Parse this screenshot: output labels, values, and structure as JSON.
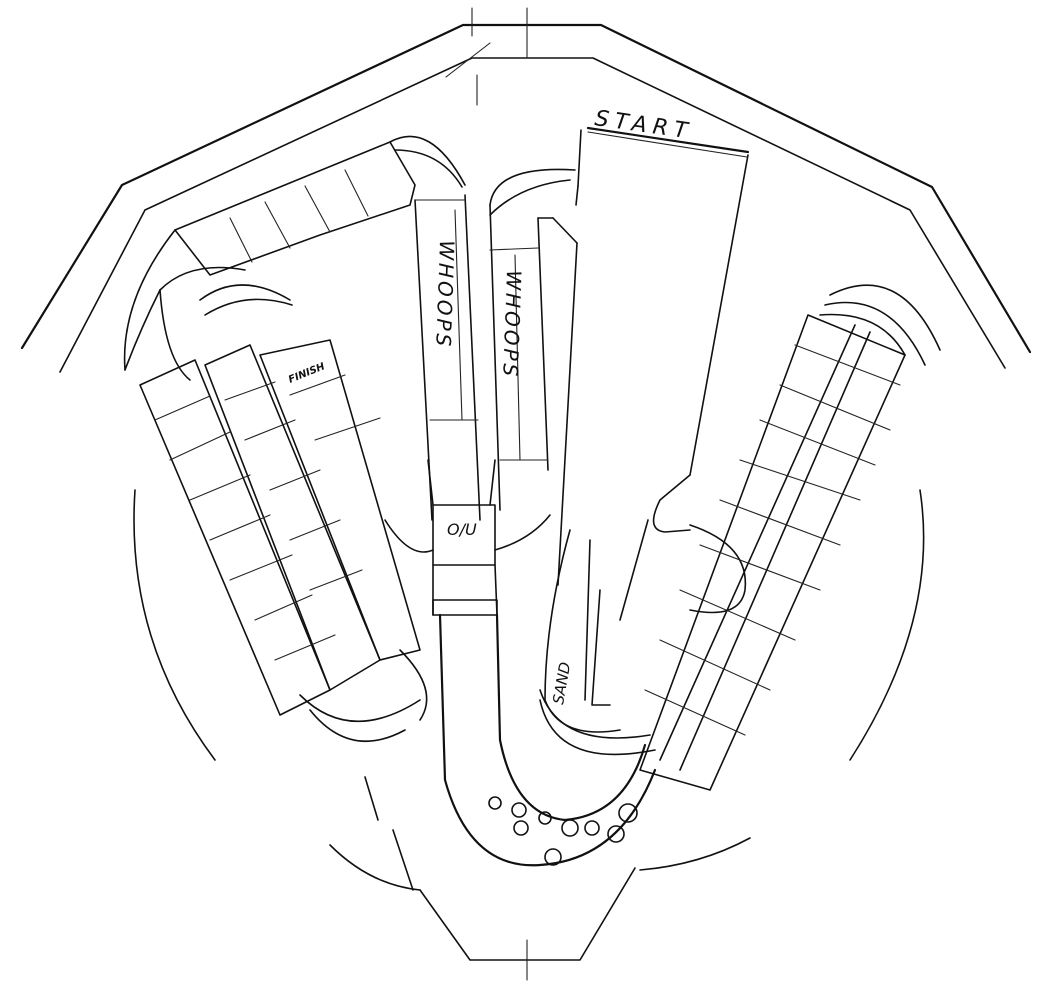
{
  "diagram": {
    "type": "motocross track layout sketch",
    "labels": {
      "start": "START",
      "finish": "FINISH",
      "whoops_left": "WHOOPS",
      "whoops_right": "WHOOPS",
      "over_under": "O/U",
      "sand": "SAND"
    },
    "features": [
      {
        "id": "start-gate",
        "label": "START"
      },
      {
        "id": "finish-line",
        "label": "FINISH"
      },
      {
        "id": "whoops-section-1",
        "label": "WHOOPS"
      },
      {
        "id": "whoops-section-2",
        "label": "WHOOPS"
      },
      {
        "id": "over-under-bridge",
        "label": "O/U"
      },
      {
        "id": "sand-section",
        "label": "SAND"
      },
      {
        "id": "rock-garden",
        "label": "",
        "count": 10
      },
      {
        "id": "rhythm-section-left-upper",
        "label": ""
      },
      {
        "id": "rhythm-section-left-lower",
        "label": ""
      },
      {
        "id": "rhythm-section-right",
        "label": ""
      }
    ],
    "colors": {
      "line": "#111111",
      "background": "#ffffff"
    }
  }
}
